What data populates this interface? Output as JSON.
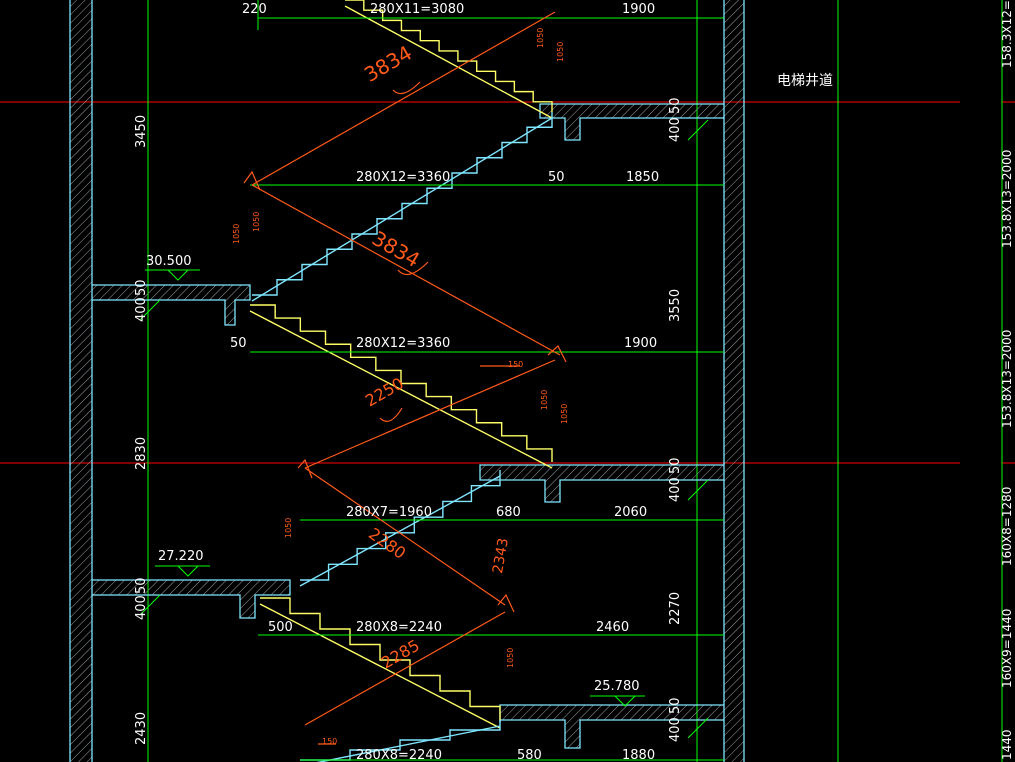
{
  "colors": {
    "background": "#000000",
    "wall": "#7fe6ff",
    "stair": "#ffff66",
    "dimension": "#00ff00",
    "gridline": "#ff0000",
    "markup": "#ff5a1a",
    "text": "#ffffff"
  },
  "labels": {
    "elevator_shaft": "电梯井道",
    "top_left_offset": "220",
    "run_1": "280X11=3080",
    "run_1_right": "1900",
    "run_2": "280X12=3360",
    "run_2_mid": "50",
    "run_2_right": "1850",
    "run_3": "280X12=3360",
    "run_3_left": "50",
    "run_3_right": "1900",
    "run_4": "280X7=1960",
    "run_4_mid": "680",
    "run_4_right": "2060",
    "run_5": "280X8=2240",
    "run_5_left": "500",
    "run_5_right": "2460",
    "run_6": "280X8=2240",
    "run_6_mid": "580",
    "run_6_right": "1880",
    "level_1": "30.500",
    "level_2": "27.220",
    "level_3": "25.780",
    "left_dims": [
      "3450",
      "400",
      "50",
      "2830",
      "400",
      "50",
      "2430"
    ],
    "right_dims": [
      "400",
      "50",
      "3550",
      "400",
      "50",
      "2270",
      "400",
      "50"
    ],
    "far_right_dims": [
      "158.3X12=",
      "153.8X13=2000",
      "153.8X13=2000",
      "160X8=1280",
      "160X9=1440",
      "1440"
    ],
    "rail_heights": [
      "1050",
      "1050",
      "1050",
      "1050",
      "1050",
      "1050",
      "1050",
      "1050"
    ],
    "markup_values": [
      "3834",
      "3834",
      "2250",
      "2280",
      "2343",
      "2285"
    ],
    "small_dims": [
      "150",
      "150"
    ]
  }
}
